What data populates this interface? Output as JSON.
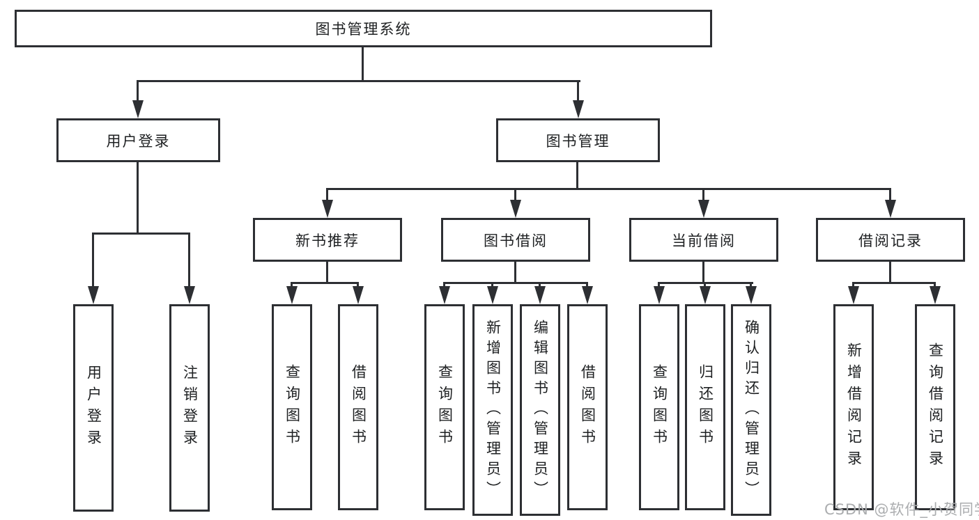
{
  "tree": {
    "root": "图书管理系统",
    "branches": [
      {
        "label": "用户登录",
        "children": [
          "用户登录",
          "注销登录"
        ]
      },
      {
        "label": "图书管理",
        "sections": [
          {
            "label": "新书推荐",
            "children": [
              "查询图书",
              "借阅图书"
            ]
          },
          {
            "label": "图书借阅",
            "children": [
              "查询图书",
              "新增图书（管理员）",
              "编辑图书（管理员）",
              "借阅图书"
            ]
          },
          {
            "label": "当前借阅",
            "children": [
              "查询图书",
              "归还图书",
              "确认归还（管理员）"
            ]
          },
          {
            "label": "借阅记录",
            "children": [
              "新增借阅记录",
              "查询借阅记录"
            ]
          }
        ]
      }
    ]
  },
  "watermark": "CSDN @软件_小贺同学",
  "colors": {
    "background": "#ffffff",
    "box_border": "#2d2f33",
    "connector_line": "#2d2f33",
    "text": "#1e2022",
    "watermark": "#abadaf"
  }
}
